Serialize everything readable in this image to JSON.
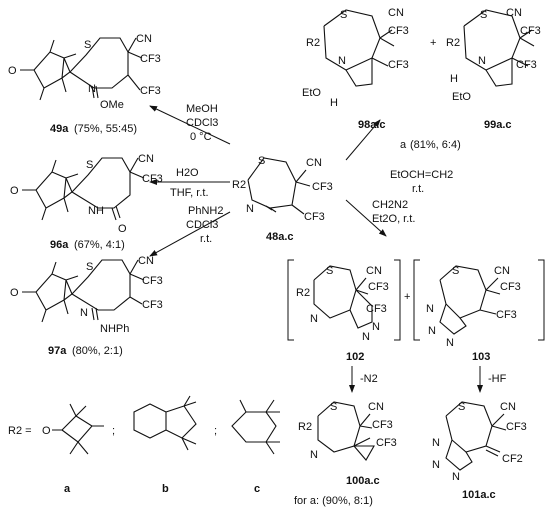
{
  "substituents": {
    "cn": "CN",
    "cf3": "CF3",
    "cf2": "CF2",
    "ome": "OMe",
    "nhph": "NHPh",
    "eto": "EtO",
    "h": "H",
    "r2": "R2",
    "s": "S",
    "n": "N",
    "nh": "NH",
    "o": "O"
  },
  "compounds": {
    "c49a": {
      "label": "49a",
      "yield": "(75%, 55:45)"
    },
    "c96a": {
      "label": "96a",
      "yield": "(67%, 4:1)"
    },
    "c97a": {
      "label": "97a",
      "yield": "(80%, 2:1)"
    },
    "c48": {
      "label": "48a.c"
    },
    "c98": {
      "label": "98a.c"
    },
    "c99": {
      "label": "99a.c"
    },
    "c98yield": {
      "prefix": "a",
      "yield": "(81%, 6:4)"
    },
    "c102": {
      "label": "102"
    },
    "c103": {
      "label": "103"
    },
    "c100": {
      "label": "100a.c"
    },
    "c101": {
      "label": "101a.c"
    },
    "c100yield": {
      "text": "for a: (90%, 8:1)"
    }
  },
  "conditions": {
    "methanol": [
      "MeOH",
      "CDCl3",
      "0 °C"
    ],
    "water": [
      "H2O",
      "THF, r.t."
    ],
    "aniline": [
      "PhNH2",
      "CDCl3",
      "r.t."
    ],
    "vinylether": [
      "EtOCH=CH2",
      "r.t."
    ],
    "diazomethane": [
      "CH2N2",
      "Et2O, r.t."
    ],
    "minusN2": "-N2",
    "minusHF": "-HF"
  },
  "r2_legend": {
    "prefix": "R2 =",
    "labels": [
      "a",
      "b",
      "c"
    ],
    "separator": ";"
  },
  "plus": "+"
}
